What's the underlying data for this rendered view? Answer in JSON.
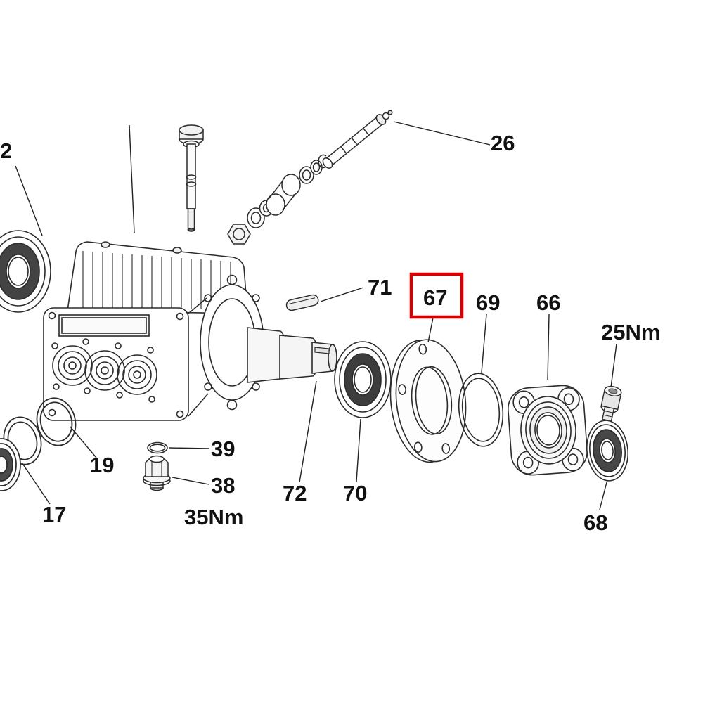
{
  "diagram": {
    "type": "exploded-parts-diagram",
    "highlight_color": "#d60000",
    "line_color": "#222222",
    "labels": [
      {
        "part": "2"
      },
      {
        "part": "26"
      },
      {
        "part": "71"
      },
      {
        "part": "67",
        "highlighted": true
      },
      {
        "part": "69"
      },
      {
        "part": "66"
      },
      {
        "part": "25Nm"
      },
      {
        "part": "68"
      },
      {
        "part": "70"
      },
      {
        "part": "72"
      },
      {
        "part": "39"
      },
      {
        "part": "38"
      },
      {
        "part": "35Nm"
      },
      {
        "part": "19"
      },
      {
        "part": "17"
      }
    ]
  }
}
